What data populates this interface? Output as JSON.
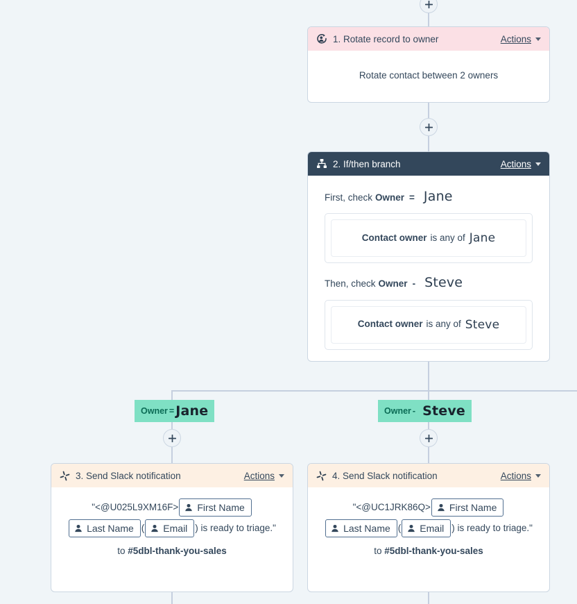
{
  "theme": {
    "canvas_bg": "#f0f5f8",
    "connector": "#c5cfdf",
    "rotate_header_bg": "#fbe0e5",
    "branch_header_bg": "#33475b",
    "slack_header_bg": "#fdf0e3",
    "branch_label_bg": "#7fe0c4",
    "branch_label_text": "#0b6b55",
    "text": "#33475b"
  },
  "actions_label": "Actions",
  "add_step_icon": "plus-icon",
  "steps": {
    "rotate": {
      "icon": "rotate-record-icon",
      "title": "1. Rotate record to owner",
      "body": "Rotate contact between 2 owners"
    },
    "branch": {
      "icon": "branch-hierarchy-icon",
      "title": "2. If/then branch",
      "first": {
        "prefix": "First, check",
        "field": "Owner",
        "operator": "=",
        "annotation": "Jane",
        "condition": {
          "property": "Contact owner",
          "operator": "is any of",
          "value": "Jane"
        }
      },
      "second": {
        "prefix": "Then, check",
        "field": "Owner",
        "operator": "-",
        "annotation": "Steve",
        "condition": {
          "property": "Contact owner",
          "operator": "is any of",
          "value": "Steve"
        }
      }
    },
    "branch_labels": {
      "left": {
        "field": "Owner",
        "operator": "=",
        "value": "Jane"
      },
      "right": {
        "field": "Owner",
        "operator": "-",
        "value": "Steve"
      }
    },
    "slack_left": {
      "icon": "slack-icon",
      "title": "3. Send Slack notification",
      "message_open": "\"<@U025L9XM16F>",
      "token_first_name": "First Name",
      "token_last_name": "Last Name",
      "paren_open": "(",
      "token_email": "Email",
      "paren_close": ") is ready to",
      "message_end": "triage.\"",
      "to_prefix": "to",
      "channel": "#5dbl-thank-you-sales",
      "token_icon": "contact-person-icon"
    },
    "slack_right": {
      "icon": "slack-icon",
      "title": "4. Send Slack notification",
      "message_open": "\"<@UC1JRK86Q>",
      "token_first_name": "First Name",
      "token_last_name": "Last Name",
      "paren_open": "(",
      "token_email": "Email",
      "paren_close": ") is ready to",
      "message_end": "triage.\"",
      "to_prefix": "to",
      "channel": "#5dbl-thank-you-sales",
      "token_icon": "contact-person-icon"
    }
  }
}
